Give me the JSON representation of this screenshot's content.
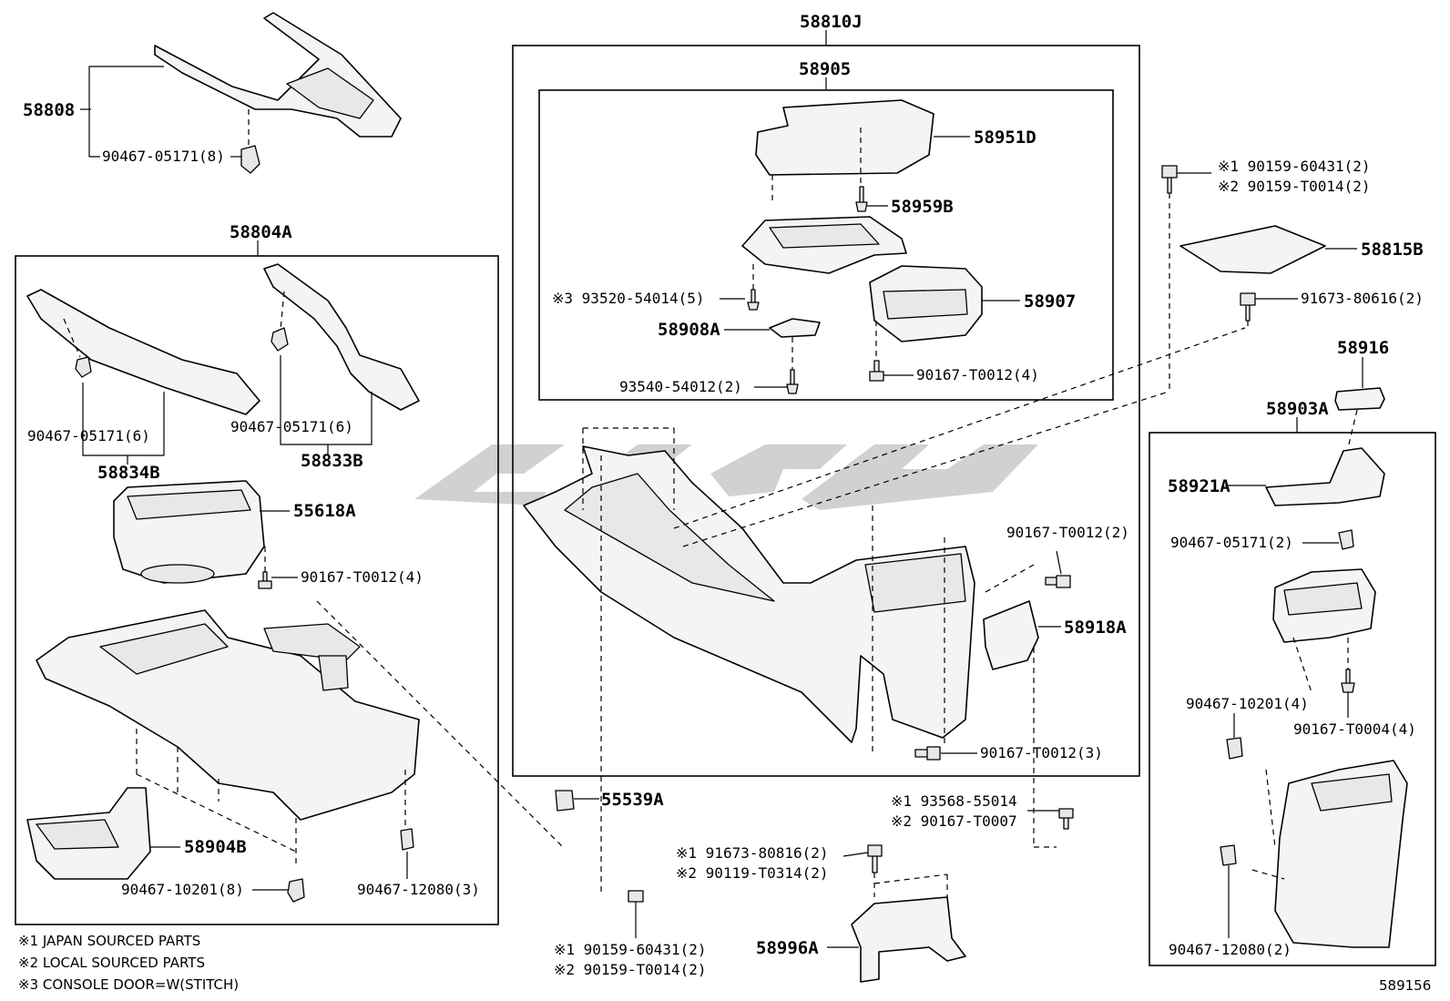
{
  "diagram": {
    "assemblies": {
      "a58810J": "58810J",
      "a58905": "58905",
      "a58804A": "58804A",
      "a58903A": "58903A"
    },
    "labels": {
      "p58808": "58808",
      "p90467_05171_8": "90467-05171(8)",
      "p58834B": "58834B",
      "p58833B": "58833B",
      "p90467_05171_6a": "90467-05171(6)",
      "p90467_05171_6b": "90467-05171(6)",
      "p55618A": "55618A",
      "p90167_T0012_4a": "90167-T0012(4)",
      "p58904B": "58904B",
      "p90467_10201_8": "90467-10201(8)",
      "p90467_12080_3": "90467-12080(3)",
      "p58951D": "58951D",
      "p58959B": "58959B",
      "p93520": "※3 93520-54014(5)",
      "p58907": "58907",
      "p58908A": "58908A",
      "p93540": "93540-54012(2)",
      "p90167_T0012_4b": "90167-T0012(4)",
      "p90167_T0012_2": "90167-T0012(2)",
      "p58918A": "58918A",
      "p90167_T0012_3": "90167-T0012(3)",
      "p55539A": "55539A",
      "p93568_1": "※1 93568-55014",
      "p93568_2": "※2 90167-T0007",
      "p91673_1": "※1 91673-80816(2)",
      "p91673_2": "※2 90119-T0314(2)",
      "p58996A": "58996A",
      "p90159_b1": "※1 90159-60431(2)",
      "p90159_b2": "※2 90159-T0014(2)",
      "p90159_t1": "※1 90159-60431(2)",
      "p90159_t2": "※2 90159-T0014(2)",
      "p58815B": "58815B",
      "p91673_80616": "91673-80616(2)",
      "p58916": "58916",
      "p58921A": "58921A",
      "p90467_05171_2": "90467-05171(2)",
      "p90467_10201_4": "90467-10201(4)",
      "p90167_T0004_4": "90167-T0004(4)",
      "p90467_12080_2": "90467-12080(2)"
    },
    "notes": [
      "※1 JAPAN SOURCED PARTS",
      "※2 LOCAL SOURCED PARTS",
      "※3 CONSOLE DOOR=W(STITCH)"
    ],
    "figure_number": "589156"
  }
}
